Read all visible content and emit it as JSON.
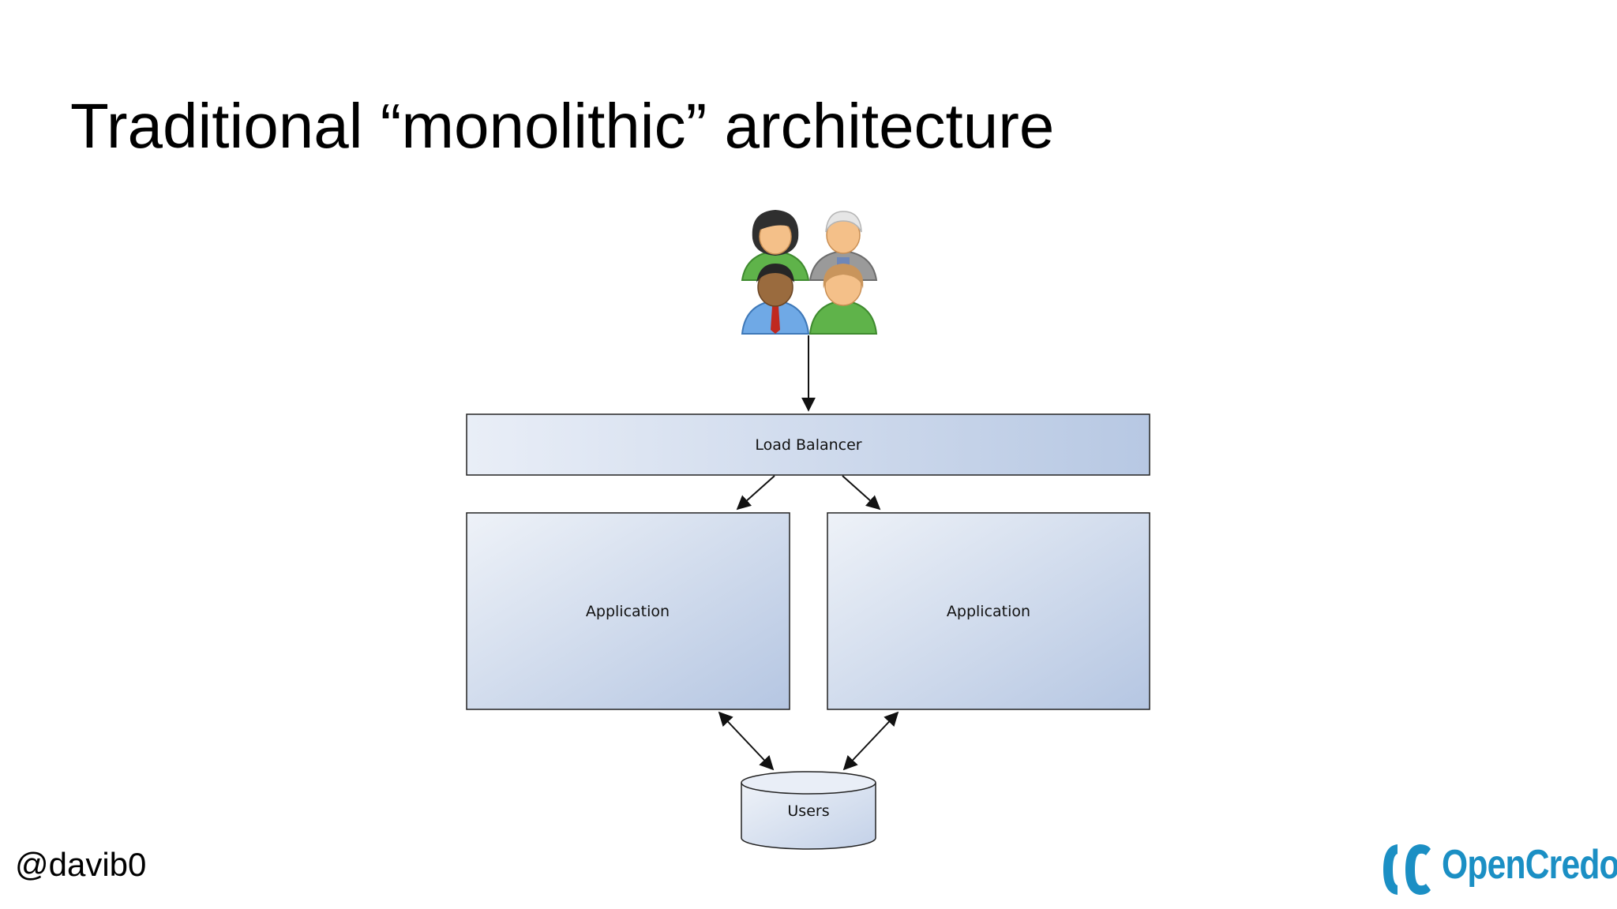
{
  "slide": {
    "title": "Traditional “monolithic” architecture",
    "handle": "@davib0",
    "logo_text": "OpenCredo"
  },
  "diagram": {
    "users_icon": "user-group-icon",
    "load_balancer": "Load Balancer",
    "applications": [
      "Application",
      "Application"
    ],
    "database": "Users"
  },
  "colors": {
    "box_start": "#eef2f8",
    "box_end": "#b7c8e3",
    "logo": "#1b8fc4"
  }
}
